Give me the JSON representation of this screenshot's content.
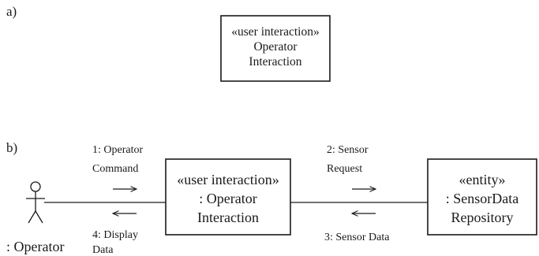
{
  "part_a": {
    "label": "a)",
    "object": {
      "stereotype": "«user interaction»",
      "name_lines": [
        "Operator",
        "Interaction"
      ]
    }
  },
  "part_b": {
    "label": "b)",
    "actor": {
      "name": ": Operator"
    },
    "interaction_object": {
      "stereotype": "«user interaction»",
      "name_lines": [
        ": Operator",
        "Interaction"
      ]
    },
    "entity_object": {
      "stereotype": "«entity»",
      "name_lines": [
        ": SensorData",
        "Repository"
      ]
    },
    "messages": [
      {
        "lines": [
          "1: Operator",
          "Command"
        ],
        "direction": "right"
      },
      {
        "lines": [
          "4: Display",
          "Data"
        ],
        "direction": "left"
      },
      {
        "lines": [
          "2: Sensor",
          "Request"
        ],
        "direction": "right"
      },
      {
        "lines": [
          "3: Sensor Data"
        ],
        "direction": "left"
      }
    ]
  }
}
